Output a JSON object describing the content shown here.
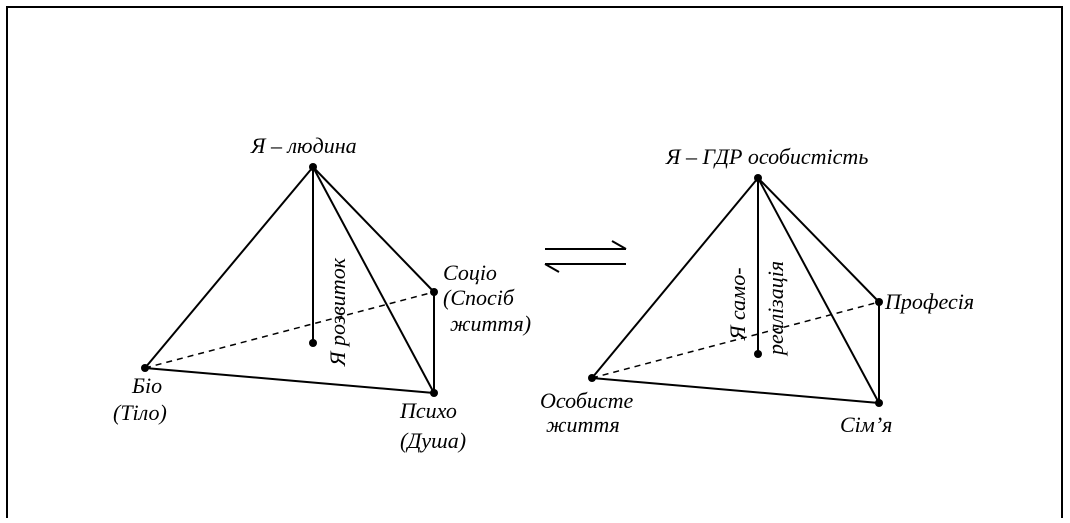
{
  "left_pyramid": {
    "apex": "Я – людина",
    "bio": [
      "Біо",
      "(Тіло)"
    ],
    "socio": [
      "Соціо",
      "(Спосіб",
      "життя)"
    ],
    "psycho": [
      "Психо",
      "(Душа)"
    ],
    "axis_label": "Я розвиток"
  },
  "right_pyramid": {
    "apex": "Я – ГДР особистість",
    "profession": "Професія",
    "personal_life": [
      "Особисте",
      "життя"
    ],
    "family": "Сім’я",
    "axis_label": [
      "Я само-",
      "реалізація"
    ]
  },
  "arrows": {
    "meaning": "bidirectional-harpoons"
  },
  "colors": {
    "line": "#000000",
    "background": "#ffffff"
  }
}
